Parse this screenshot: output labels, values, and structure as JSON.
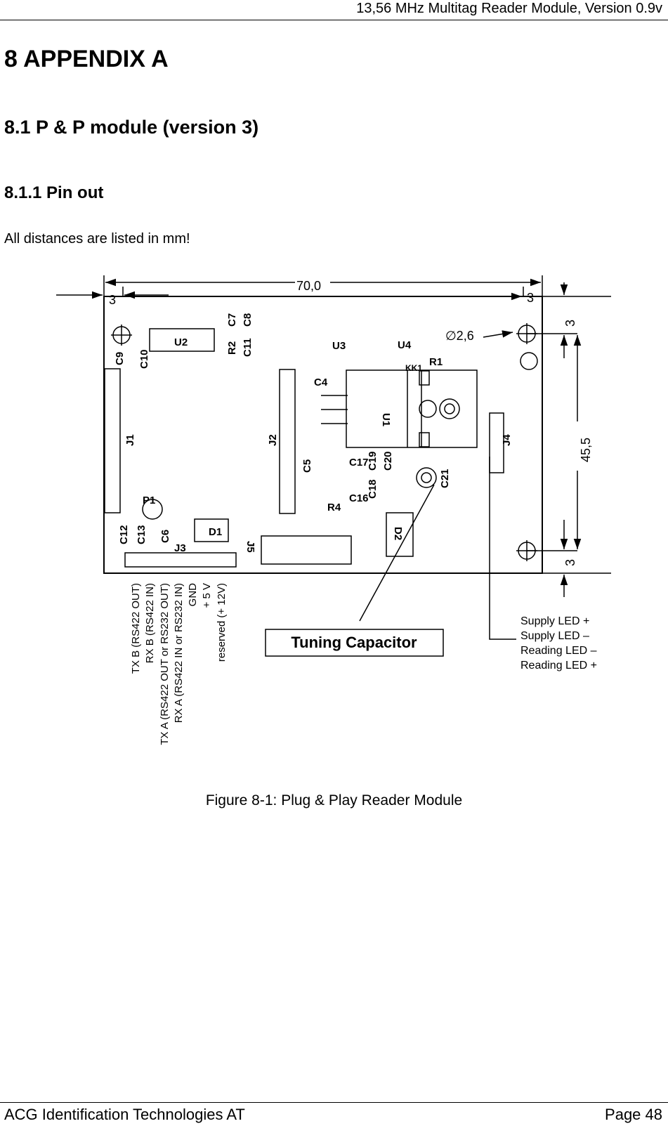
{
  "header": {
    "title": "13,56 MHz Multitag Reader Module, Version 0.9v"
  },
  "section": {
    "h1": "8 APPENDIX A",
    "h2": "8.1 P & P module (version 3)",
    "h3": "8.1.1 Pin out",
    "intro": "All distances are listed in mm!"
  },
  "figure": {
    "caption": "Figure 8-1: Plug & Play Reader Module",
    "dimensions": {
      "width": "70,0",
      "left_margin": "3",
      "right_margin": "3",
      "top_margin": "3",
      "height": "45,5",
      "bottom_margin": "3",
      "hole_diameter": "∅2,6"
    },
    "components": [
      "U2",
      "C7",
      "C8",
      "R2",
      "C11",
      "C9",
      "C10",
      "U3",
      "U4",
      "R1",
      "KK1",
      "C4",
      "U1",
      "J1",
      "J2",
      "J4",
      "C5",
      "C17",
      "C19",
      "C20",
      "C18",
      "C21",
      "C16",
      "R4",
      "P1",
      "C12",
      "C13",
      "C6",
      "D1",
      "J3",
      "J5",
      "D2"
    ],
    "j3_pins": [
      "TX B (RS422 OUT)",
      "RX B (RS422 IN)",
      "TX A (RS422 OUT or RS232 OUT)",
      "RX A (RS422 IN or RS232 IN)",
      "GND",
      "+ 5 V",
      "reserved (+ 12V)"
    ],
    "j4_pins": [
      "Supply LED +",
      "Supply LED –",
      "Reading LED –",
      "Reading LED +"
    ],
    "callout": "Tuning Capacitor"
  },
  "footer": {
    "company": "ACG Identification Technologies AT",
    "page": "Page 48"
  }
}
